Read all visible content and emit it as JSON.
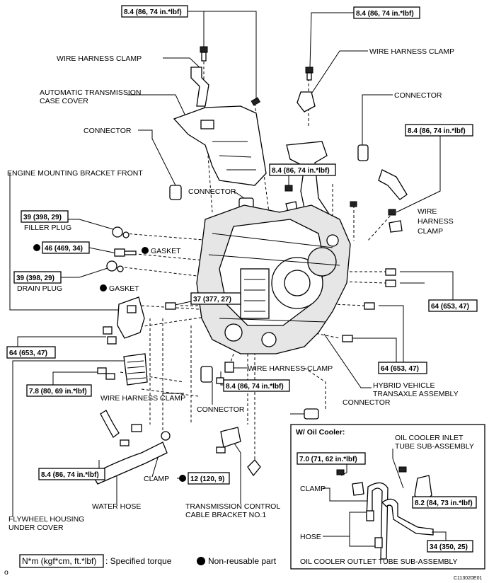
{
  "torques": {
    "t1": "8.4 (86, 74 in.*lbf)",
    "t2": "8.4 (86, 74 in.*lbf)",
    "t3": "8.4 (86, 74 in.*lbf)",
    "t4": "8.4 (86, 74 in.*lbf)",
    "t5": "39 (398, 29)",
    "t6": "46 (469, 34)",
    "t7": "39 (398, 29)",
    "t8": "37 (377, 27)",
    "t9": "64 (653, 47)",
    "t10": "64 (653, 47)",
    "t11": "64 (653, 47)",
    "t12": "7.8 (80, 69 in.*lbf)",
    "t13": "8.4 (86, 74 in.*lbf)",
    "t14": "8.4 (86, 74 in.*lbf)",
    "t15": "12 (120, 9)",
    "t16": "7.0 (71, 62 in.*lbf)",
    "t17": "8.2 (84, 73 in.*lbf)",
    "t18": "34 (350, 25)"
  },
  "labels": {
    "wire_harness_clamp_1": "WIRE HARNESS CLAMP",
    "wire_harness_clamp_2": "WIRE HARNESS CLAMP",
    "at_case_cover_1": "AUTOMATIC TRANSMISSION",
    "at_case_cover_2": "CASE COVER",
    "connector_1": "CONNECTOR",
    "connector_2": "CONNECTOR",
    "connector_3": "CONNECTOR",
    "engine_mounting_bracket": "ENGINE MOUNTING BRACKET FRONT",
    "filler_plug": "FILLER PLUG",
    "gasket_1": "GASKET",
    "drain_plug": "DRAIN PLUG",
    "gasket_2": "GASKET",
    "wire_harness_clamp_3a": "WIRE",
    "wire_harness_clamp_3b": "HARNESS",
    "wire_harness_clamp_3c": "CLAMP",
    "wire_harness_clamp_4": "WIRE HARNESS CLAMP",
    "wire_harness_clamp_5": "WIRE HARNESS CLAMP",
    "hybrid_1": "HYBRID VEHICLE",
    "hybrid_2": "TRANSAXLE ASSEMBLY",
    "connector_4": "CONNECTOR",
    "connector_5": "CONNECTOR",
    "clamp": "CLAMP",
    "water_hose": "WATER HOSE",
    "flywheel_1": "FLYWHEEL HOUSING",
    "flywheel_2": "UNDER COVER",
    "tcc_bracket_1": "TRANSMISSION CONTROL",
    "tcc_bracket_2": "CABLE BRACKET NO.1"
  },
  "oil_cooler": {
    "title": "W/ Oil Cooler:",
    "inlet_1": "OIL COOLER INLET",
    "inlet_2": "TUBE SUB-ASSEMBLY",
    "clamp": "CLAMP",
    "hose": "HOSE",
    "outlet": "OIL COOLER OUTLET TUBE SUB-ASSEMBLY"
  },
  "legend": {
    "torque_unit": "N*m (kgf*cm, ft.*lbf)",
    "torque_text": ": Specified torque",
    "nonreusable_text": "Non-reusable part"
  },
  "footer": {
    "page_mark": "o",
    "figure_id": "C113020E01"
  }
}
